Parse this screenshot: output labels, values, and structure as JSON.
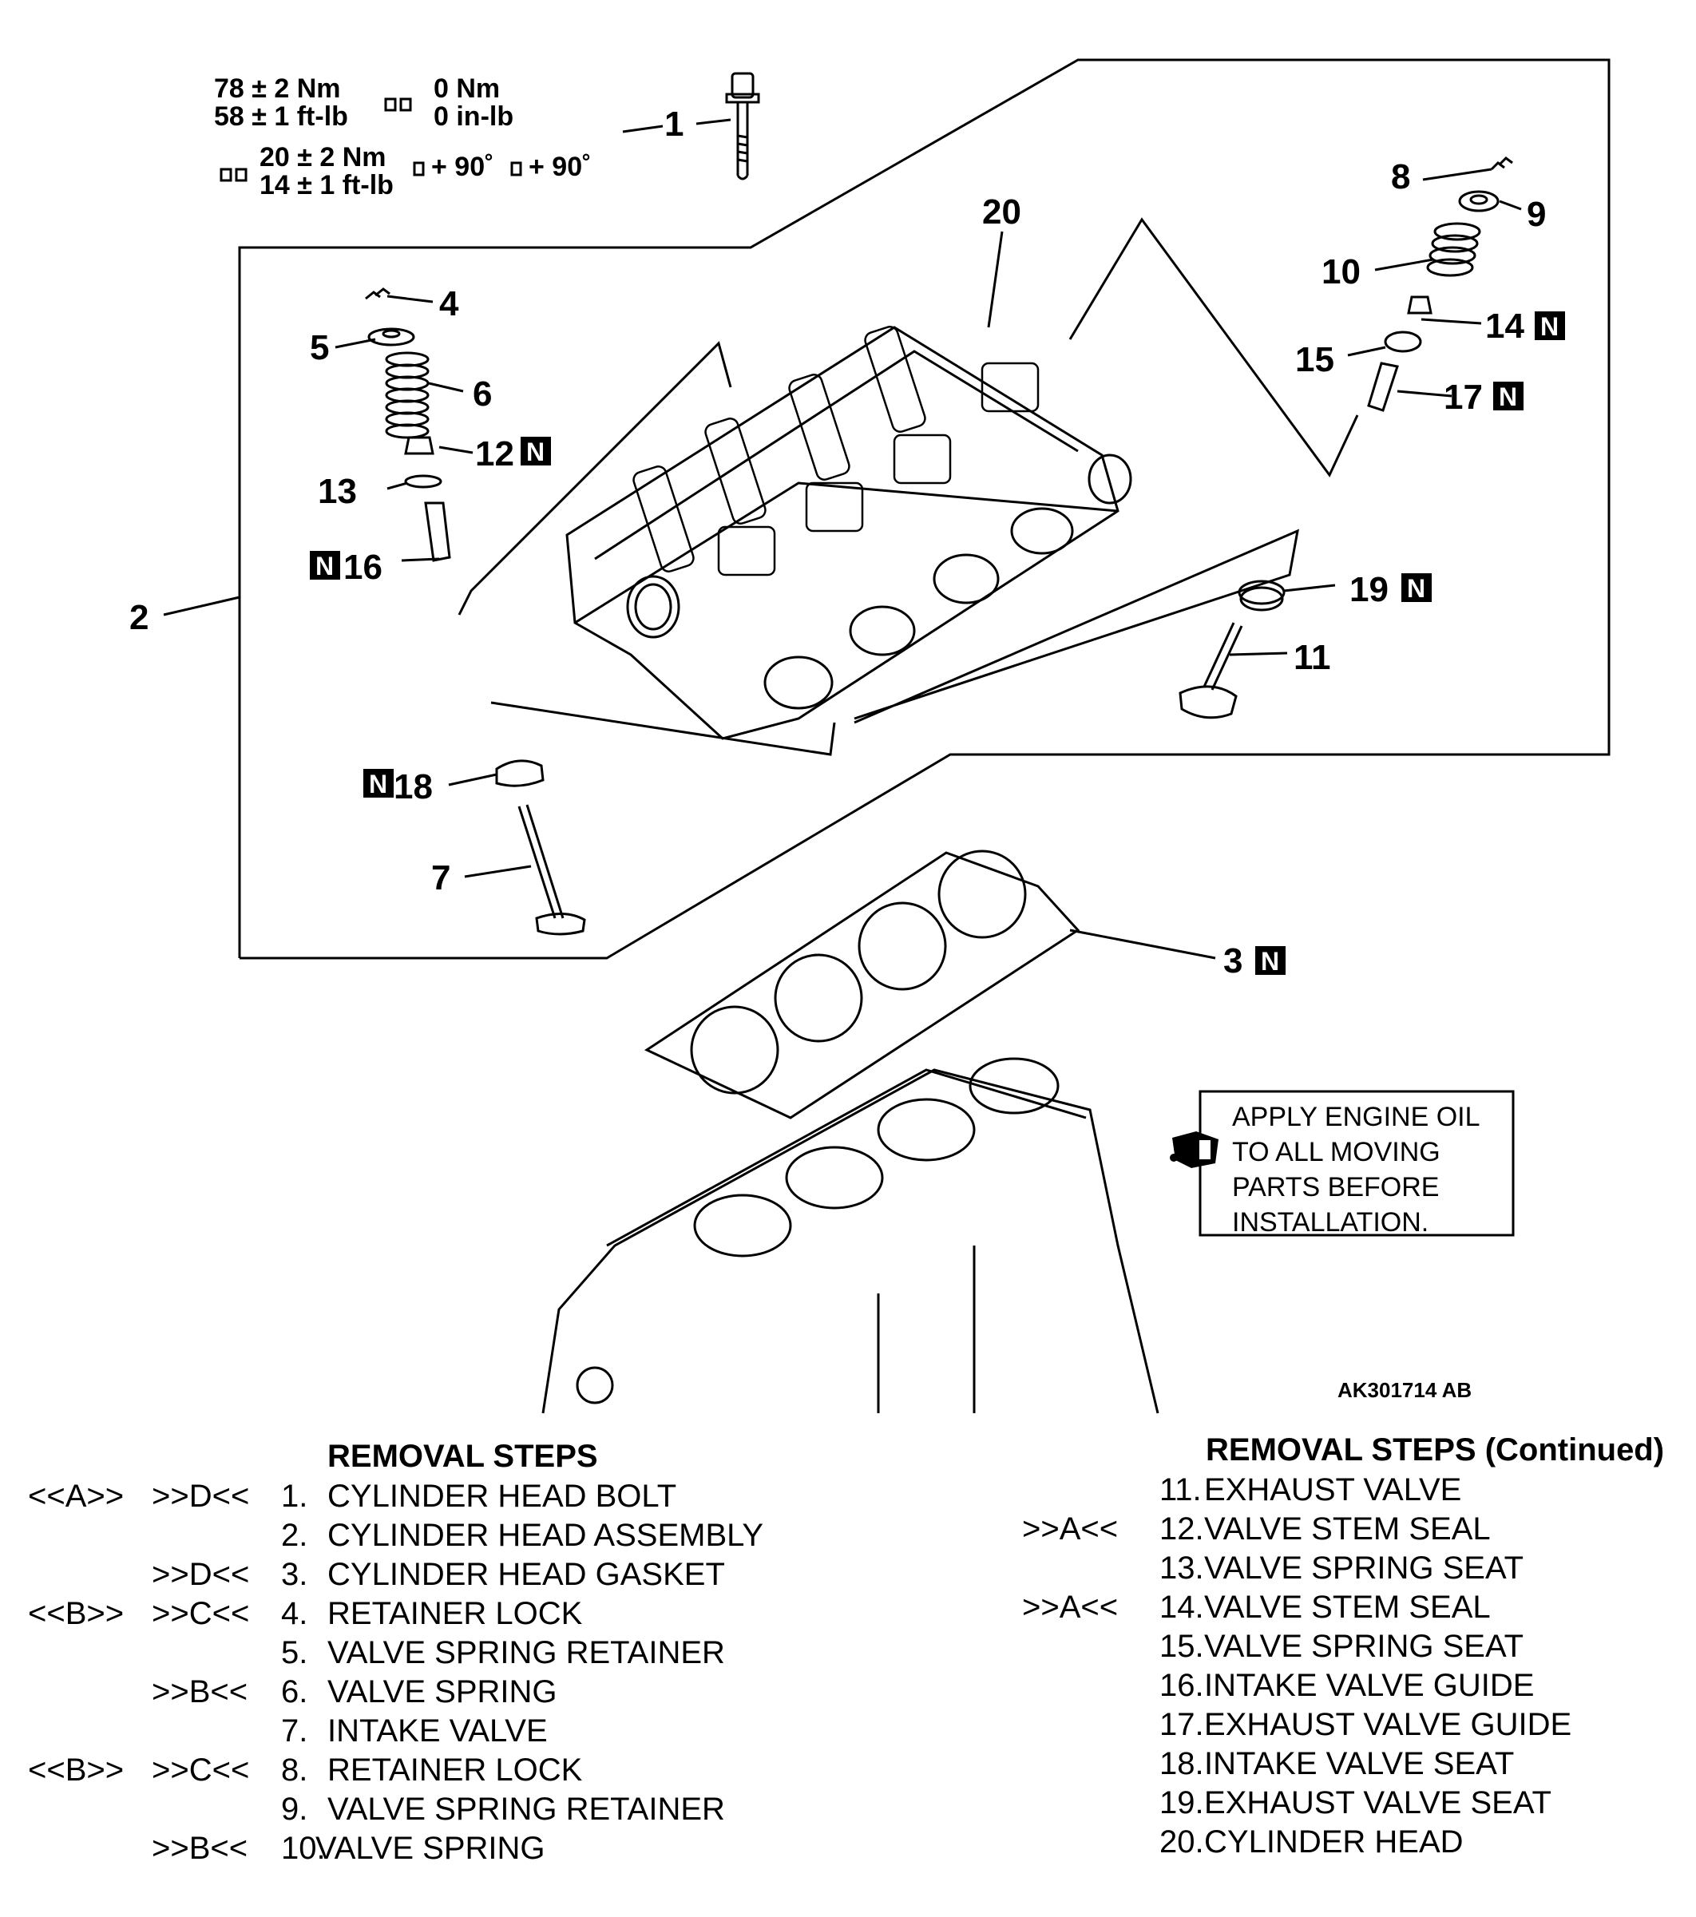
{
  "torque": {
    "line1_nm": "78 ± 2 Nm",
    "line1_ftlb": "58 ± 1 ft-lb",
    "line2_nm": "0 Nm",
    "line2_inlb": "0 in-lb",
    "line3_nm": "20 ± 2 Nm",
    "line3_ftlb": "14 ± 1 ft-lb",
    "angle_a": "+ 90˚",
    "angle_b": "+ 90˚"
  },
  "callouts": {
    "c1": "1",
    "c2": "2",
    "c3": "3",
    "c4": "4",
    "c5": "5",
    "c6": "6",
    "c7": "7",
    "c8": "8",
    "c9": "9",
    "c10": "10",
    "c11": "11",
    "c12": "12",
    "c13": "13",
    "c14": "14",
    "c15": "15",
    "c16": "16",
    "c17": "17",
    "c18": "18",
    "c19": "19",
    "c20": "20",
    "new_part_mark": "N"
  },
  "note": {
    "line1": "APPLY ENGINE OIL",
    "line2": "TO ALL MOVING",
    "line3": "PARTS BEFORE",
    "line4": "INSTALLATION."
  },
  "figure_id": "AK301714 AB",
  "removal_left": {
    "title": "REMOVAL STEPS",
    "steps": [
      {
        "tag1": "<<A>>",
        "tag2": ">>D<<",
        "num": "1.",
        "label": "CYLINDER HEAD BOLT"
      },
      {
        "tag1": "",
        "tag2": "",
        "num": "2.",
        "label": "CYLINDER HEAD ASSEMBLY"
      },
      {
        "tag1": "",
        "tag2": ">>D<<",
        "num": "3.",
        "label": "CYLINDER HEAD GASKET"
      },
      {
        "tag1": "<<B>>",
        "tag2": ">>C<<",
        "num": "4.",
        "label": "RETAINER LOCK"
      },
      {
        "tag1": "",
        "tag2": "",
        "num": "5.",
        "label": "VALVE SPRING RETAINER"
      },
      {
        "tag1": "",
        "tag2": ">>B<<",
        "num": "6.",
        "label": "VALVE SPRING"
      },
      {
        "tag1": "",
        "tag2": "",
        "num": "7.",
        "label": "INTAKE VALVE"
      },
      {
        "tag1": "<<B>>",
        "tag2": ">>C<<",
        "num": "8.",
        "label": "RETAINER LOCK"
      },
      {
        "tag1": "",
        "tag2": "",
        "num": "9.",
        "label": "VALVE SPRING RETAINER"
      },
      {
        "tag1": "",
        "tag2": ">>B<<",
        "num": "10.",
        "label": "VALVE SPRING"
      }
    ]
  },
  "removal_right": {
    "title": "REMOVAL STEPS (Continued)",
    "steps": [
      {
        "tag": "",
        "num": "11.",
        "label": "EXHAUST VALVE"
      },
      {
        "tag": ">>A<<",
        "num": "12.",
        "label": "VALVE STEM SEAL"
      },
      {
        "tag": "",
        "num": "13.",
        "label": "VALVE SPRING SEAT"
      },
      {
        "tag": ">>A<<",
        "num": "14.",
        "label": "VALVE STEM SEAL"
      },
      {
        "tag": "",
        "num": "15.",
        "label": "VALVE SPRING SEAT"
      },
      {
        "tag": "",
        "num": "16.",
        "label": "INTAKE VALVE GUIDE"
      },
      {
        "tag": "",
        "num": "17.",
        "label": "EXHAUST VALVE GUIDE"
      },
      {
        "tag": "",
        "num": "18.",
        "label": "INTAKE VALVE SEAT"
      },
      {
        "tag": "",
        "num": "19.",
        "label": "EXHAUST VALVE SEAT"
      },
      {
        "tag": "",
        "num": "20.",
        "label": "CYLINDER HEAD"
      }
    ]
  }
}
